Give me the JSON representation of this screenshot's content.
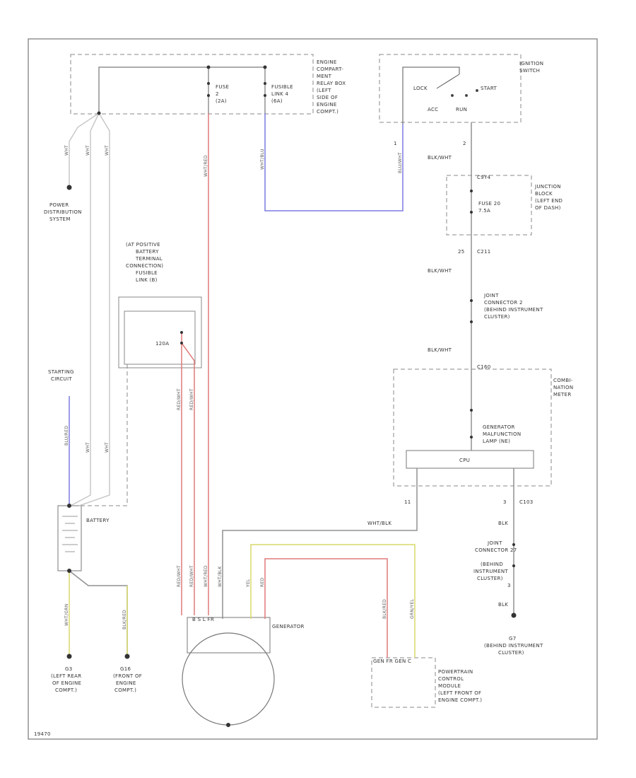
{
  "labels": {
    "engine_relay_box": [
      "ENGINE",
      "COMPART-",
      "MENT",
      "RELAY BOX",
      "(LEFT",
      "SIDE OF",
      "ENGINE",
      "COMPT.)"
    ],
    "ignition_switch": [
      "IGNITION",
      "SWITCH"
    ],
    "fuse_2": [
      "FUSE",
      "2",
      "(2A)"
    ],
    "fusible_link_4": [
      "FUSIBLE",
      "LINK 4",
      "(6A)"
    ],
    "switch_lock": "LOCK",
    "switch_start": "START",
    "switch_acc": "ACC",
    "switch_run": "RUN",
    "power_distribution": [
      "POWER",
      "DISTRIBUTION",
      "SYSTEM"
    ],
    "junction_block": [
      "JUNCTION",
      "BLOCK",
      "(LEFT END",
      "OF DASH)"
    ],
    "fuse_20": [
      "FUSE 20",
      "7.5A"
    ],
    "at_positive": [
      "(AT POSITIVE",
      "BATTERY",
      "TERMINAL",
      "CONNECTION)",
      "FUSIBLE",
      "LINK (B)"
    ],
    "fusible_120a": "120A",
    "joint_connector_2": [
      "JOINT",
      "CONNECTOR 2",
      "(BEHIND INSTRUMENT",
      "CLUSTER)"
    ],
    "combination_meter": [
      "COMBI-",
      "NATION",
      "METER"
    ],
    "generator_lamp": [
      "GENERATOR",
      "MALFUNCTION",
      "LAMP (NE)"
    ],
    "cpu": "CPU",
    "starting_circuit": [
      "STARTING",
      "CIRCUIT"
    ],
    "battery": "BATTERY",
    "generator": "GENERATOR",
    "generator_terminals": "B  S  L  FR",
    "joint_connector_27": [
      "JOINT",
      "CONNECTOR 27",
      "(BEHIND",
      "INSTRUMENT",
      "CLUSTER)"
    ],
    "g7": [
      "G7",
      "(BEHIND INSTRUMENT",
      "CLUSTER)"
    ],
    "g3": [
      "G3",
      "(LEFT REAR",
      "OF ENGINE",
      "COMPT.)"
    ],
    "g16": [
      "G16",
      "(FRONT OF",
      "ENGINE",
      "COMPT.)"
    ],
    "pcm": [
      "POWERTRAIN",
      "CONTROL",
      "MODULE",
      "(LEFT FRONT OF",
      "ENGINE COMPT.)"
    ],
    "pcm_pins": "GEN FR   GEN C",
    "footer": "19470"
  },
  "connectors": {
    "c_ign_a": "2",
    "c_ign_b": "1",
    "c_jb_top": "C9Y4",
    "c_jb_pin": "25",
    "c_jb_bot": "C211",
    "c_meter": "C160",
    "c_meter_pin_l": "11",
    "c_meter_pin_r": "3",
    "c_meter_bot": "C103",
    "c_jc27_pin": "3"
  },
  "wires": {
    "blk_wht_1": "BLK/WHT",
    "blk_wht_2": "BLK/WHT",
    "blk_wht_3": "BLK/WHT",
    "wht_blk": "WHT/BLK",
    "blk_1": "BLK",
    "blk_2": "BLK",
    "wht": "WHT",
    "wht_blu": "WHT/BLU",
    "blu_red": "BLU/RED",
    "wht_red": "WHT/RED",
    "red_wht": "RED/WHT",
    "wht_grn": "WHT/GRN",
    "yel": "YEL",
    "red": "RED",
    "blk_red": "BLK/RED",
    "grn_yel": "GRN/YEL",
    "blu_wht": "BLU/WHT"
  },
  "colors": {
    "red": "#e07a7a",
    "blue": "#7b7be0",
    "yellow": "#d8d86a",
    "gray": "#909090",
    "light": "#c8c8c8"
  }
}
